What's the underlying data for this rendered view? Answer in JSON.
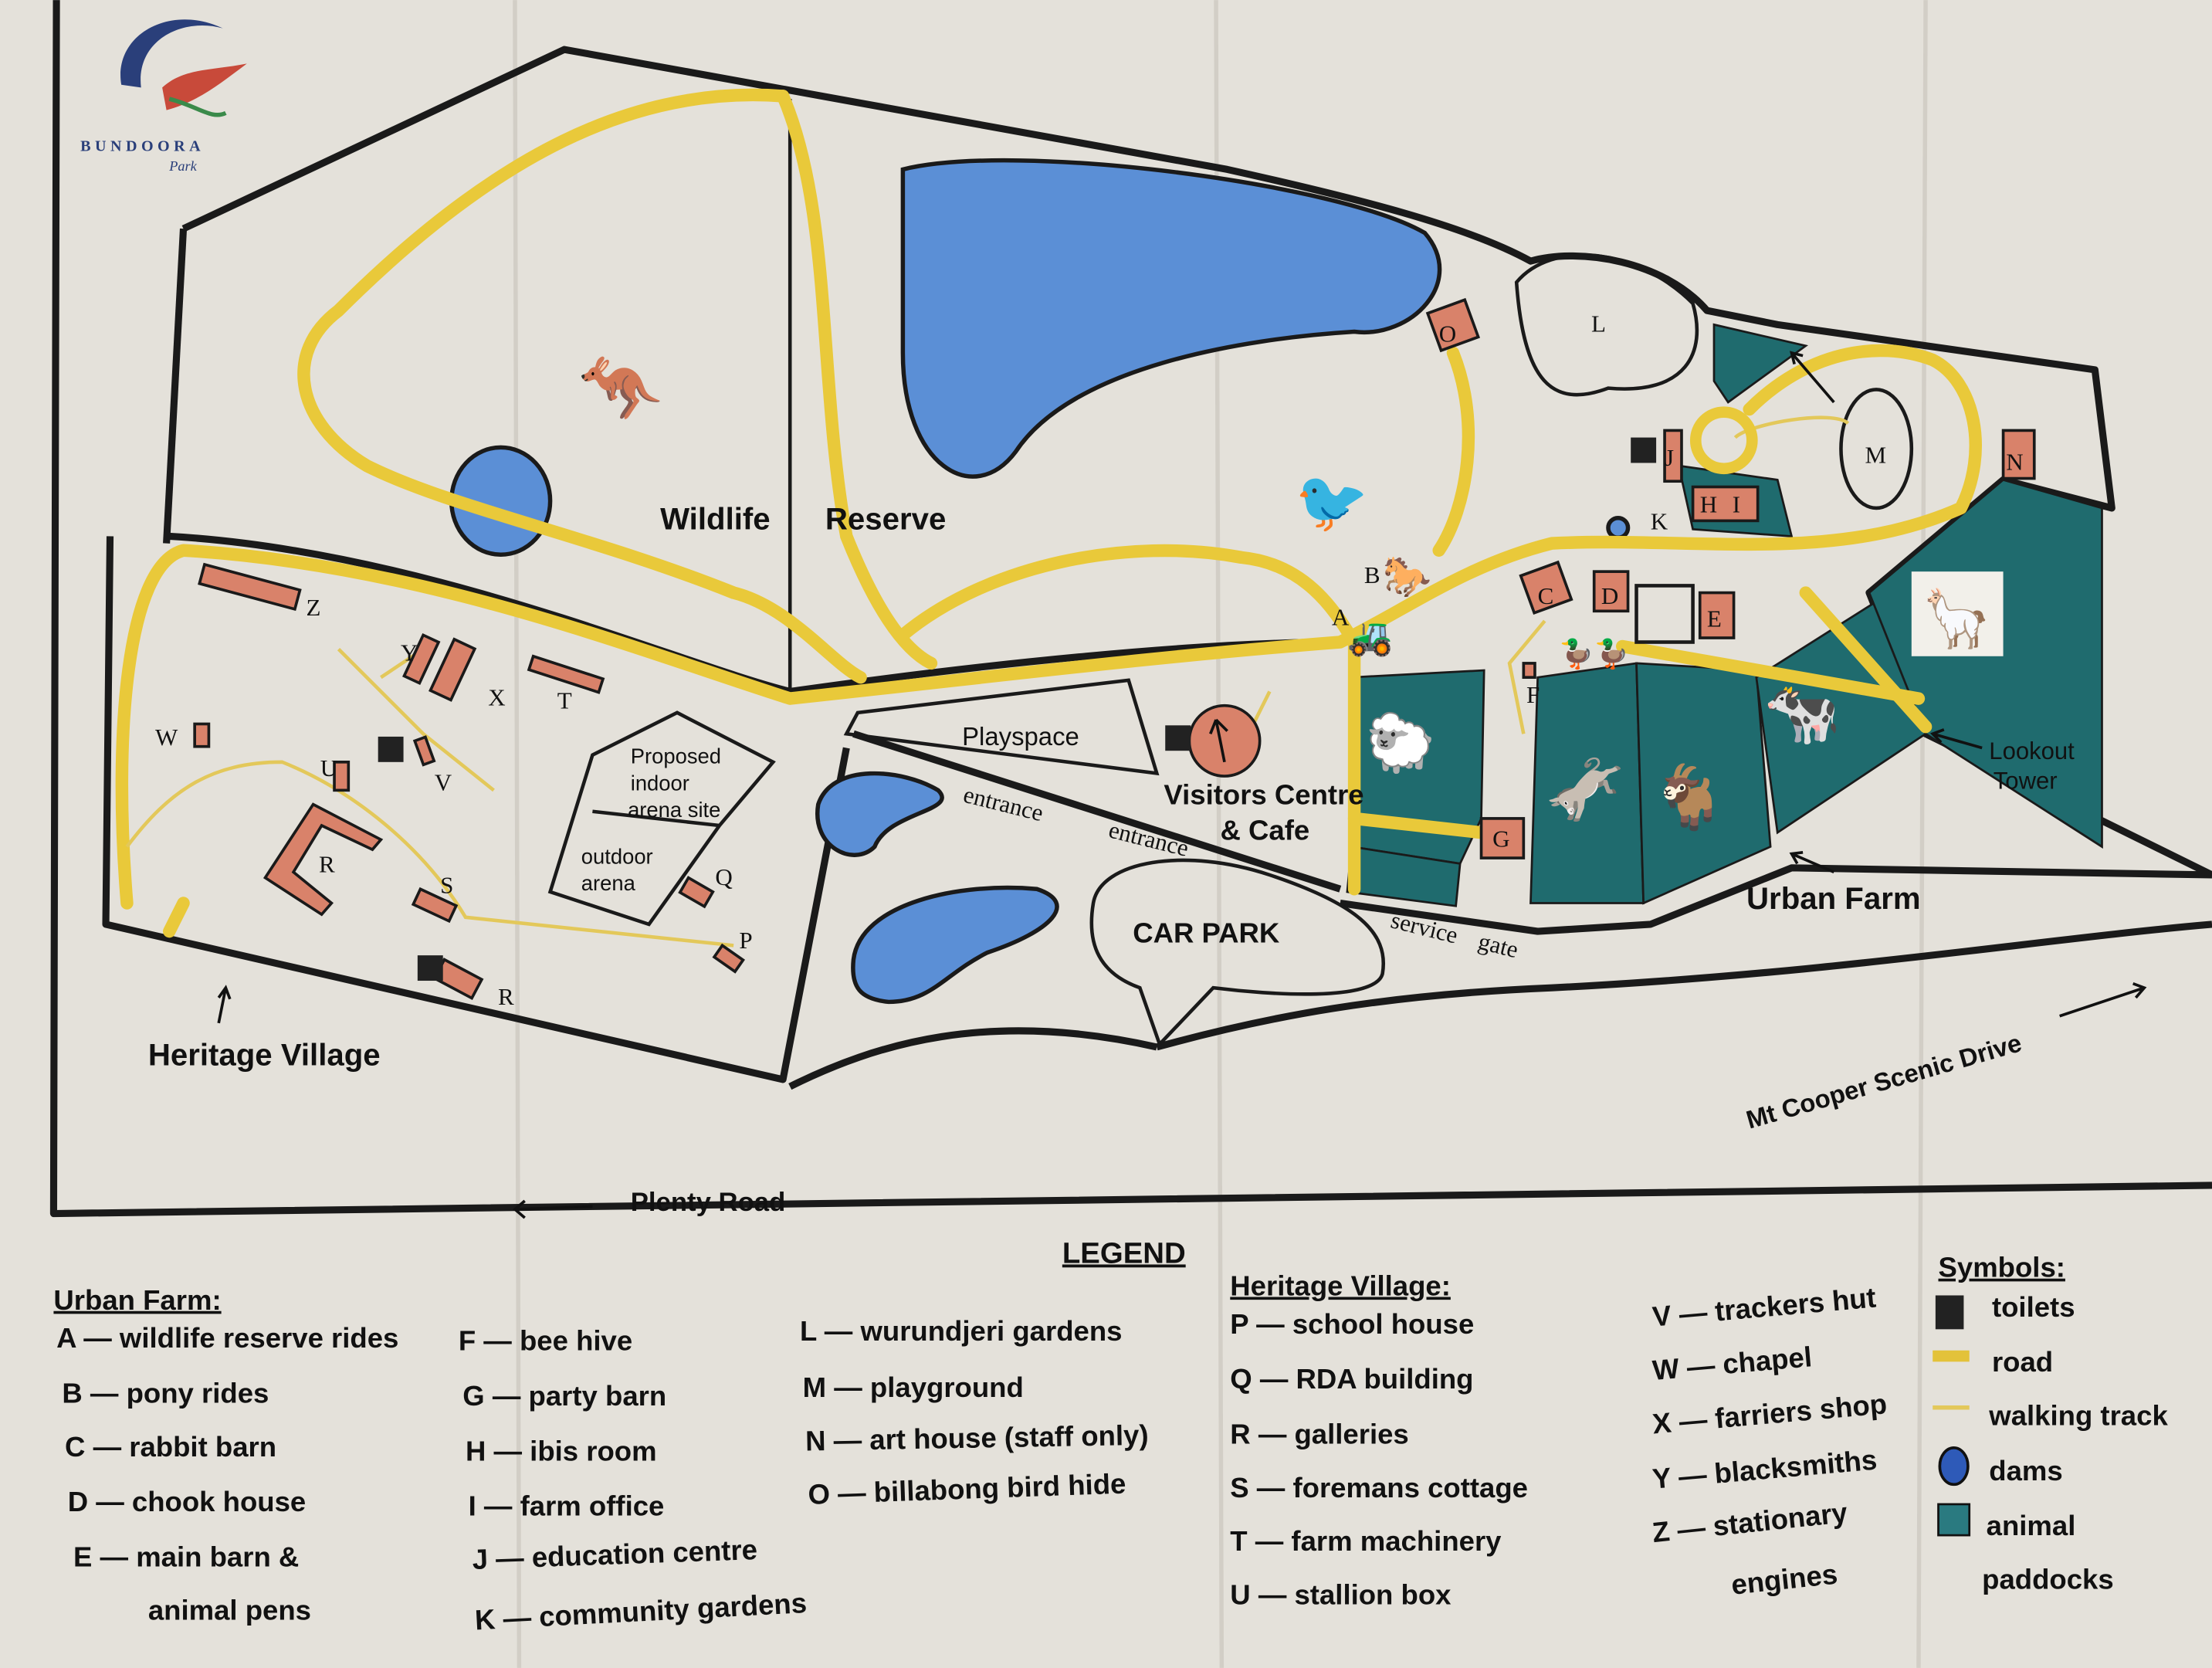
{
  "logo": {
    "name": "BUNDOORA",
    "sub": "Park"
  },
  "map": {
    "areas": {
      "wildlife": "Wildlife",
      "reserve": "Reserve",
      "playspace": "Playspace",
      "visitors_line1": "Visitors Centre",
      "visitors_line2": "& Cafe",
      "car_park": "CAR PARK",
      "urban_farm": "Urban Farm",
      "heritage_village": "Heritage Village",
      "lookout_line1": "Lookout",
      "lookout_line2": "Tower",
      "proposed_line1": "Proposed",
      "proposed_line2": "indoor",
      "proposed_line3": "arena site",
      "outdoor_line1": "outdoor",
      "outdoor_line2": "arena"
    },
    "roads": {
      "plenty": "Plenty Road",
      "mt_cooper": "Mt Cooper Scenic Drive",
      "entrance1": "entrance",
      "entrance2": "entrance",
      "service": "service",
      "gate": "gate"
    },
    "markers": [
      "A",
      "B",
      "C",
      "D",
      "E",
      "F",
      "G",
      "H",
      "I",
      "J",
      "K",
      "L",
      "M",
      "N",
      "O",
      "P",
      "Q",
      "R",
      "R",
      "S",
      "T",
      "U",
      "V",
      "W",
      "X",
      "Y",
      "Z"
    ]
  },
  "legend": {
    "title": "LEGEND",
    "urban_farm": {
      "heading": "Urban Farm:",
      "items": [
        "A — wildlife reserve rides",
        "B — pony rides",
        "C — rabbit barn",
        "D — chook house",
        "E — main barn &",
        "animal pens",
        "F — bee hive",
        "G — party barn",
        "H — ibis room",
        "I — farm office",
        "J — education centre",
        "K — community gardens",
        "L — wurundjeri gardens",
        "M — playground",
        "N — art house (staff only)",
        "O — billabong bird hide"
      ]
    },
    "heritage_village": {
      "heading": "Heritage Village:",
      "items": [
        "P — school house",
        "Q — RDA building",
        "R — galleries",
        "S — foremans cottage",
        "T — farm machinery",
        "U — stallion box",
        "V — trackers hut",
        "W — chapel",
        "X — farriers shop",
        "Y — blacksmiths",
        "Z — stationary",
        "engines"
      ]
    },
    "symbols": {
      "heading": "Symbols:",
      "items": [
        {
          "icon": "toilets-icon",
          "label": "toilets"
        },
        {
          "icon": "road-swatch",
          "label": "road"
        },
        {
          "icon": "walking-track-swatch",
          "label": "walking track"
        },
        {
          "icon": "dam-icon",
          "label": "dams"
        },
        {
          "icon": "paddock-swatch",
          "label": "animal"
        },
        {
          "icon": "",
          "label": "paddocks"
        }
      ]
    }
  },
  "colors": {
    "road": "#e9c93a",
    "dam": "#5b8fd6",
    "paddock": "#1f6b6e",
    "building": "#d9826a",
    "paper": "#e4e1da"
  }
}
